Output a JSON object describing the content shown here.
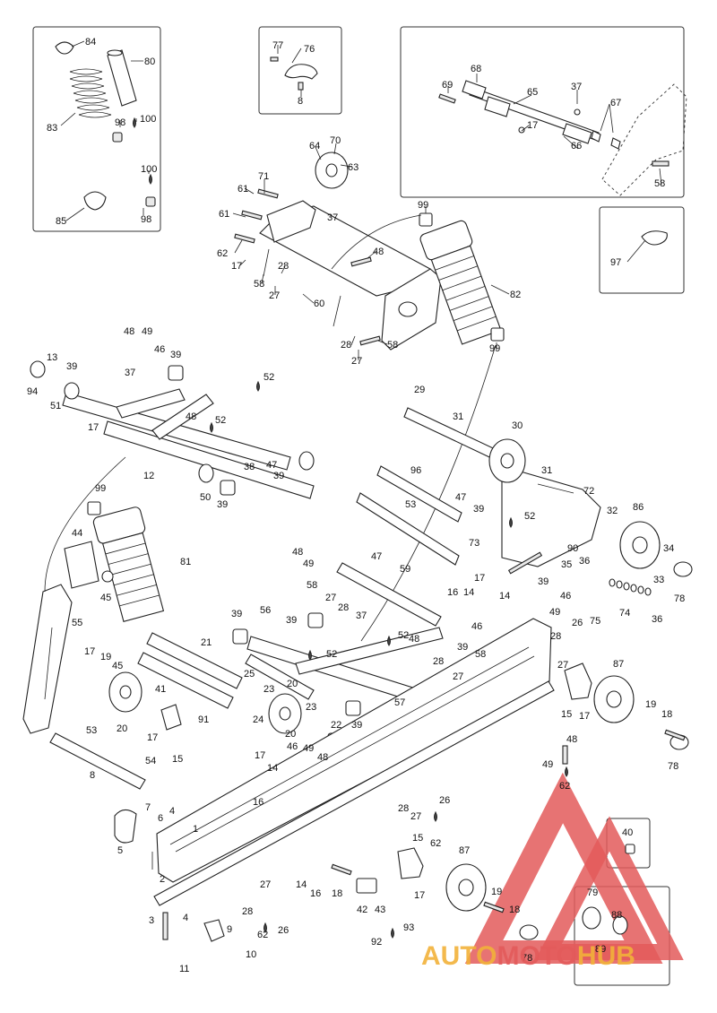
{
  "watermark": {
    "part1": "AUTO",
    "part2": "MOTO",
    "part3": "HUB"
  },
  "labels": [
    "84",
    "80",
    "83",
    "98",
    "100",
    "100",
    "98",
    "85",
    "77",
    "76",
    "8",
    "69",
    "68",
    "65",
    "37",
    "67",
    "17",
    "66",
    "58",
    "97",
    "64",
    "70",
    "63",
    "71",
    "61",
    "61",
    "62",
    "17",
    "37",
    "48",
    "99",
    "28",
    "58",
    "27",
    "60",
    "82",
    "28",
    "27",
    "58",
    "99",
    "48",
    "49",
    "46",
    "39",
    "13",
    "94",
    "37",
    "39",
    "51",
    "52",
    "17",
    "48",
    "52",
    "12",
    "38",
    "47",
    "39",
    "50",
    "39",
    "29",
    "31",
    "30",
    "31",
    "72",
    "96",
    "47",
    "39",
    "52",
    "53",
    "73",
    "32",
    "86",
    "34",
    "35",
    "36",
    "90",
    "33",
    "78",
    "75",
    "74",
    "36",
    "99",
    "44",
    "81",
    "45",
    "46",
    "39",
    "48",
    "49",
    "47",
    "59",
    "58",
    "27",
    "28",
    "16",
    "14",
    "17",
    "14",
    "55",
    "39",
    "56",
    "39",
    "37",
    "52",
    "21",
    "48",
    "28",
    "39",
    "46",
    "49",
    "52",
    "58",
    "27",
    "26",
    "28",
    "27",
    "87",
    "17",
    "19",
    "45",
    "25",
    "20",
    "23",
    "41",
    "24",
    "20",
    "23",
    "91",
    "22",
    "39",
    "57",
    "15",
    "17",
    "19",
    "18",
    "20",
    "17",
    "15",
    "53",
    "54",
    "8",
    "46",
    "49",
    "48",
    "17",
    "14",
    "16",
    "49",
    "48",
    "78",
    "62",
    "28",
    "27",
    "26",
    "62",
    "40",
    "7",
    "6",
    "4",
    "5",
    "1",
    "15",
    "87",
    "2",
    "14",
    "16",
    "18",
    "42",
    "43",
    "93",
    "19",
    "18",
    "78",
    "79",
    "88",
    "89",
    "3",
    "4",
    "9",
    "27",
    "28",
    "62",
    "26",
    "92",
    "17",
    "11",
    "10"
  ]
}
